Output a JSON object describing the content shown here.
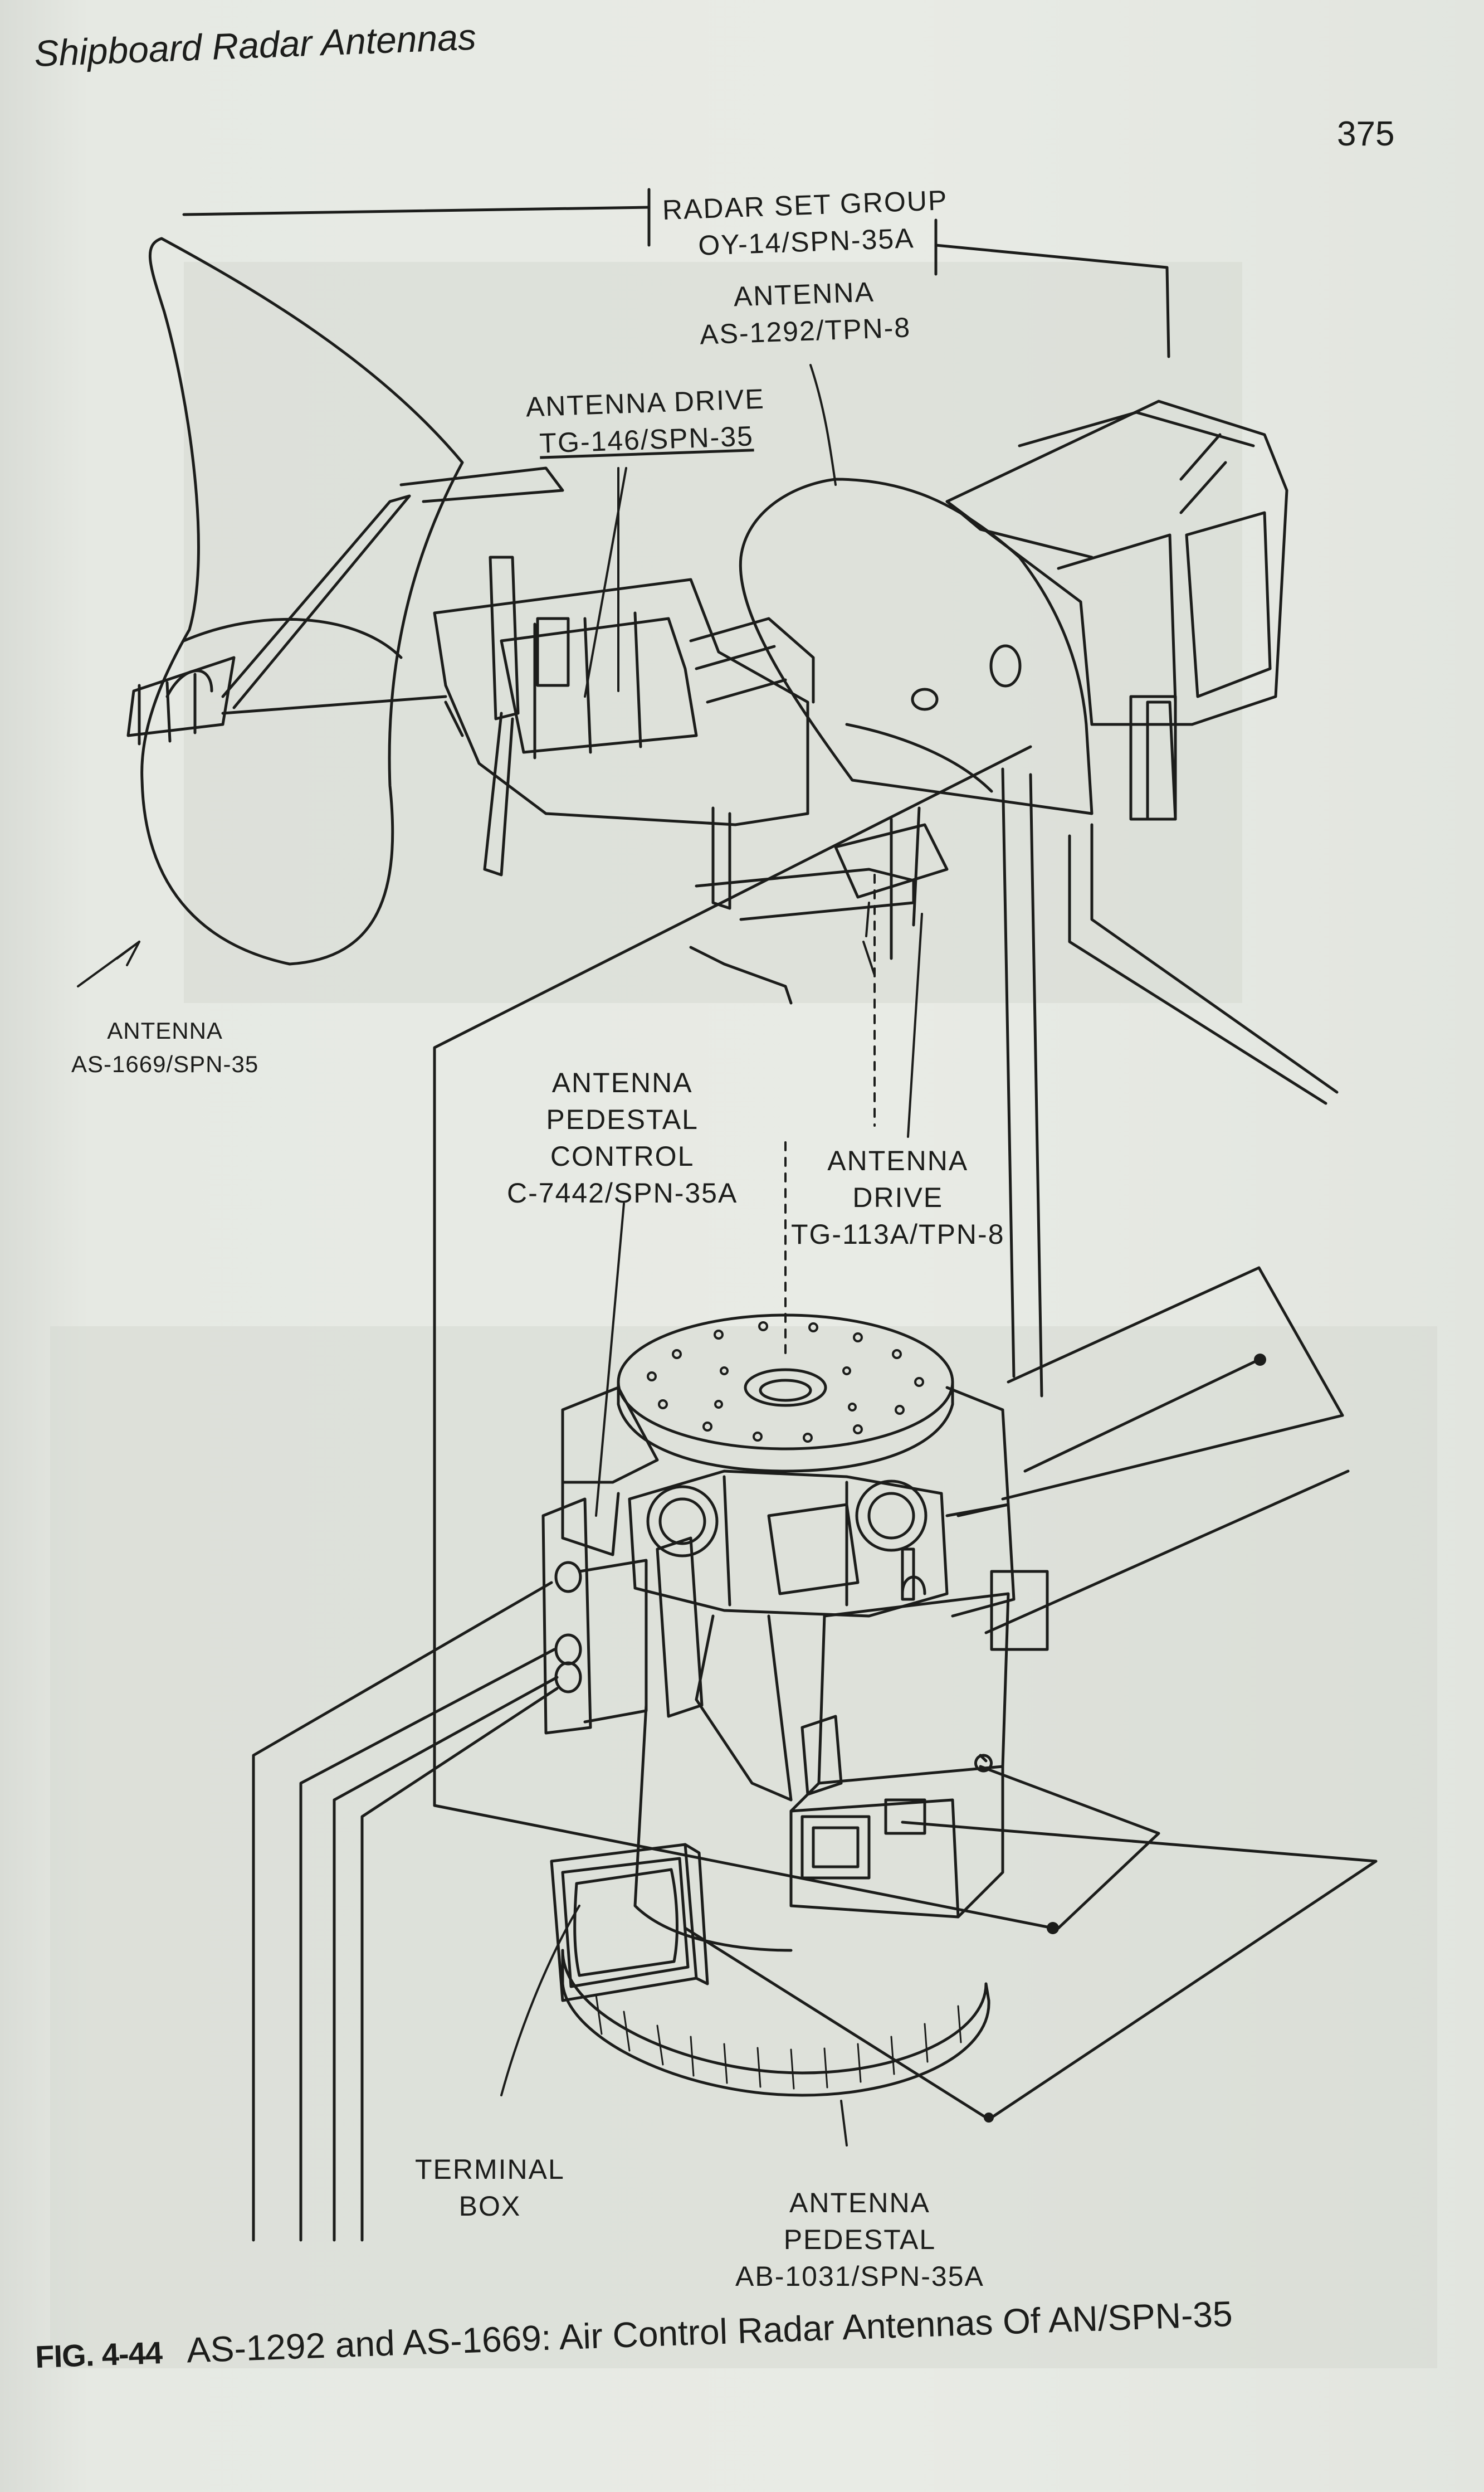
{
  "header": {
    "running_title": "Shipboard Radar Antennas",
    "page_number": "375"
  },
  "labels": {
    "radar_set_group": [
      "RADAR SET GROUP",
      "OY-14/SPN-35A"
    ],
    "antenna_as1292": [
      "ANTENNA",
      "AS-1292/TPN-8"
    ],
    "antenna_drive_tg146": [
      "ANTENNA DRIVE",
      "TG-146/SPN-35"
    ],
    "antenna_as1669": [
      "ANTENNA",
      "AS-1669/SPN-35"
    ],
    "pedestal_control": [
      "ANTENNA",
      "PEDESTAL",
      "CONTROL",
      "C-7442/SPN-35A"
    ],
    "antenna_drive_tg113": [
      "ANTENNA",
      "DRIVE",
      "TG-113A/TPN-8"
    ],
    "terminal_box": [
      "TERMINAL",
      "BOX"
    ],
    "antenna_pedestal": [
      "ANTENNA",
      "PEDESTAL",
      "AB-1031/SPN-35A"
    ]
  },
  "caption": {
    "figure_number": "FIG. 4-44",
    "text": "AS-1292 and AS-1669: Air Control Radar Antennas Of AN/SPN-35"
  },
  "colors": {
    "paper": "#e6e9e3",
    "ink": "#1c1d1b"
  }
}
